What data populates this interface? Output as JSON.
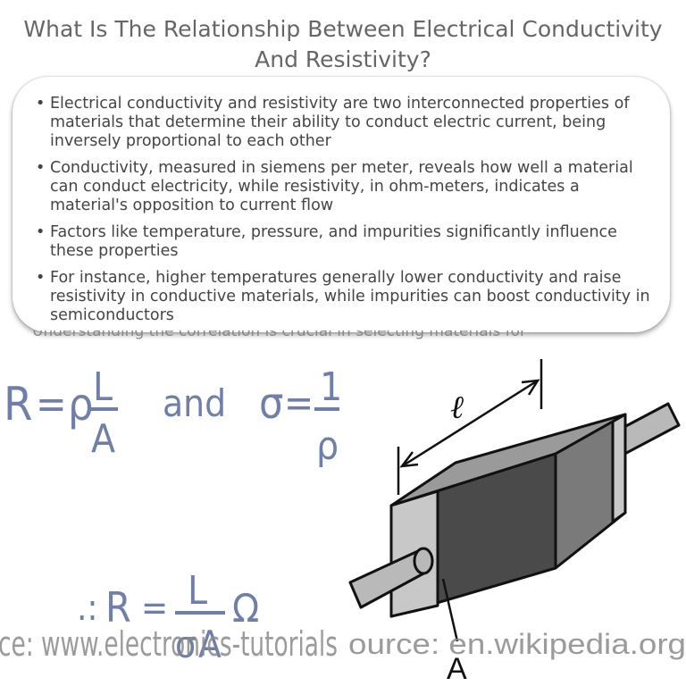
{
  "title": "What Is The Relationship Between Electrical Conductivity And Resistivity?",
  "bullets": [
    "Electrical conductivity and resistivity are two interconnected properties of materials that determine their ability to conduct electric current, being inversely proportional to each other",
    "Conductivity, measured in siemens per meter, reveals how well a material can conduct electricity, while resistivity, in ohm-meters, indicates a material's opposition to current flow",
    "Factors like temperature, pressure, and impurities significantly influence these properties",
    "For instance, higher temperatures generally lower conductivity and raise resistivity in conductive materials, while impurities can boost conductivity in semiconductors"
  ],
  "peek_text": "Understanding the correlation is crucial in selecting materials for",
  "figure": {
    "formula": {
      "R": "R",
      "eq": "=",
      "rho": "ρ",
      "L": "L",
      "A": "A",
      "and": "and",
      "sigma": "σ",
      "one": "1",
      "therefore": ".:",
      "ohm": "Ω"
    },
    "diagram": {
      "length_label": "ℓ",
      "area_label": "A"
    },
    "credits": {
      "left": "ce: www.electronics-tutorials",
      "right": "ource: en.wikipedia.org"
    }
  }
}
